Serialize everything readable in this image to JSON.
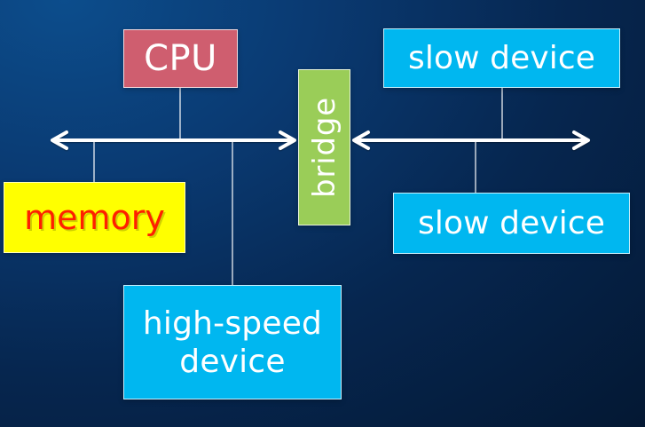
{
  "diagram": {
    "nodes": {
      "cpu": {
        "label": "CPU",
        "color": "#cf5e6f",
        "text_color": "#ffffff"
      },
      "memory": {
        "label": "memory",
        "color": "#ffff00",
        "text_color": "#ff2000"
      },
      "high_speed_device": {
        "label_line1": "high-speed",
        "label_line2": "device",
        "color": "#00b7f0",
        "text_color": "#ffffff"
      },
      "bridge": {
        "label": "bridge",
        "color": "#9acd58",
        "text_color": "#ffffff"
      },
      "slow_device_top": {
        "label": "slow device",
        "color": "#00b7f0",
        "text_color": "#ffffff"
      },
      "slow_device_bottom": {
        "label": "slow device",
        "color": "#00b7f0",
        "text_color": "#ffffff"
      }
    },
    "connectors": {
      "left_bus": "bidirectional arrow between memory/CPU/high-speed device and bridge",
      "right_bus": "bidirectional arrow between bridge and slow devices"
    },
    "background": {
      "top_color": "#0c4d8c",
      "bottom_color": "#041833"
    }
  }
}
